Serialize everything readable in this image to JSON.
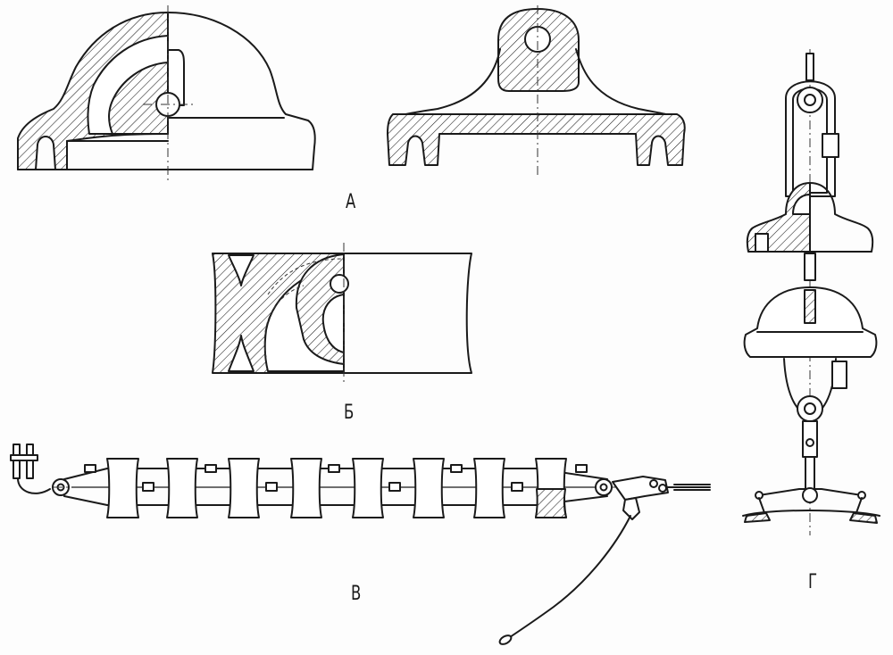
{
  "labels": {
    "a": "А",
    "b": "Б",
    "v": "В",
    "g": "Г"
  },
  "colors": {
    "ink": "#1a1a1a",
    "paper": "#fdfdfd"
  }
}
